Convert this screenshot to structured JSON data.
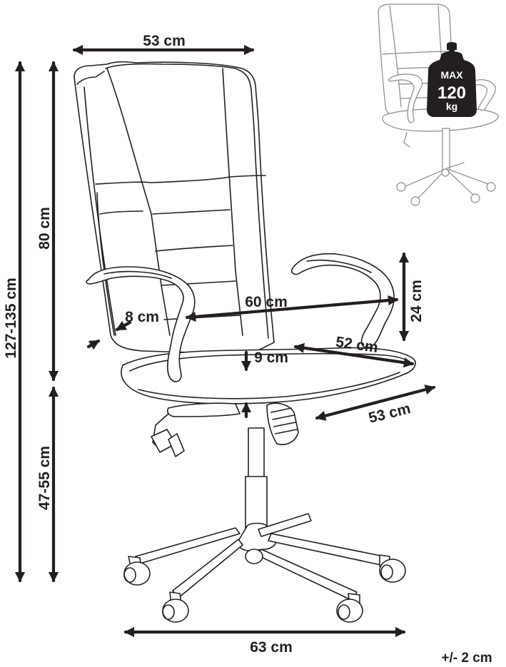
{
  "dimensions": {
    "width_top": "53 cm",
    "height_total": "127-135 cm",
    "backrest_height": "80 cm",
    "seat_height": "47-55 cm",
    "base_width": "63 cm",
    "armrest_span": "60 cm",
    "armrest_height": "24 cm",
    "seat_depth": "52 cm",
    "seat_width": "53 cm",
    "seat_thickness": "9 cm",
    "armrest_gap": "8 cm"
  },
  "tolerance": "+/- 2 cm",
  "capacity": {
    "line1": "MAX",
    "line2": "120",
    "line3": "kg"
  },
  "colors": {
    "line": "#231f20",
    "thumbnail": "#8a8a8a"
  },
  "icons": [
    "office-chair-drawing",
    "weight-icon",
    "office-chair-thumbnail"
  ]
}
